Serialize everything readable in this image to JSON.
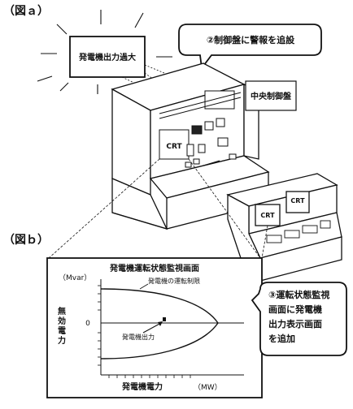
{
  "fig_a": {
    "label": "（図ａ）",
    "alarm_text": "発電機出力過大",
    "callout_2": "②制御盤に警報を追設",
    "room_label": "中央制御盤",
    "crt_main": "CRT",
    "crt_left": "CRT",
    "crt_right": "CRT"
  },
  "fig_b": {
    "label": "（図ｂ）",
    "screen_title": "発電機運転状態監視画面",
    "y_unit": "（Mvar）",
    "y_axis_label": [
      "無",
      "効",
      "電",
      "力"
    ],
    "y_zero_tick": "0",
    "x_axis_label": "発電機電力",
    "x_unit": "（MW）",
    "curve_label": "発電機の運転制限",
    "point_label": "発電機出力",
    "callout_3": [
      "③運転状態監視",
      "画面に発電機",
      "出力表示画面",
      "を追加"
    ]
  },
  "colors": {
    "ink": "#111111",
    "paper": "#ffffff"
  }
}
